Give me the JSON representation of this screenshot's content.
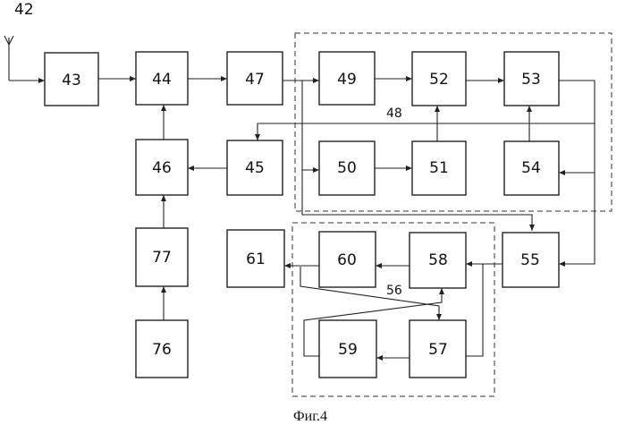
{
  "antenna_label": "42",
  "blocks": {
    "b43": "43",
    "b44": "44",
    "b47": "47",
    "b49": "49",
    "b52": "52",
    "b53": "53",
    "b46": "46",
    "b45": "45",
    "b50": "50",
    "b51": "51",
    "b54": "54",
    "b77": "77",
    "b61": "61",
    "b60": "60",
    "b58": "58",
    "b55": "55",
    "b59": "59",
    "b57": "57",
    "b76": "76"
  },
  "group_labels": {
    "g48": "48",
    "g56": "56"
  },
  "caption": "Фиг.4"
}
